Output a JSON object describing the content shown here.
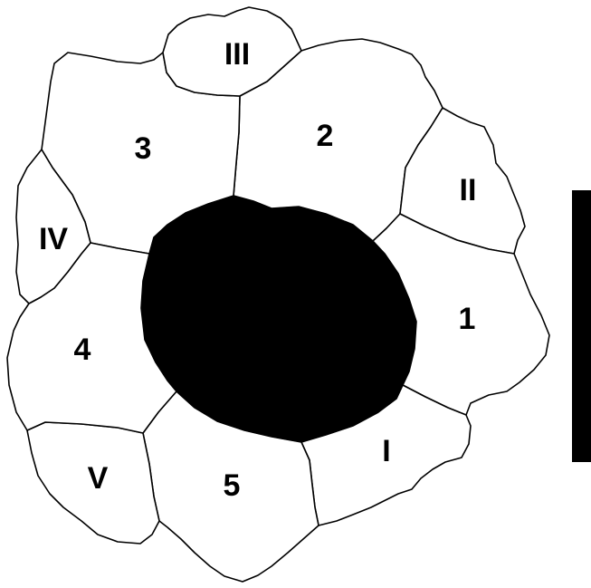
{
  "diagram": {
    "labels": {
      "cell_1": "1",
      "cell_2": "2",
      "cell_3": "3",
      "cell_4": "4",
      "cell_5": "5",
      "cell_I": "I",
      "cell_II": "II",
      "cell_III": "III",
      "cell_IV": "IV",
      "cell_V": "V"
    },
    "colors": {
      "outline": "#000000",
      "cell_fill": "#ffffff",
      "core_fill": "#000000",
      "scale_bar": "#000000"
    }
  }
}
